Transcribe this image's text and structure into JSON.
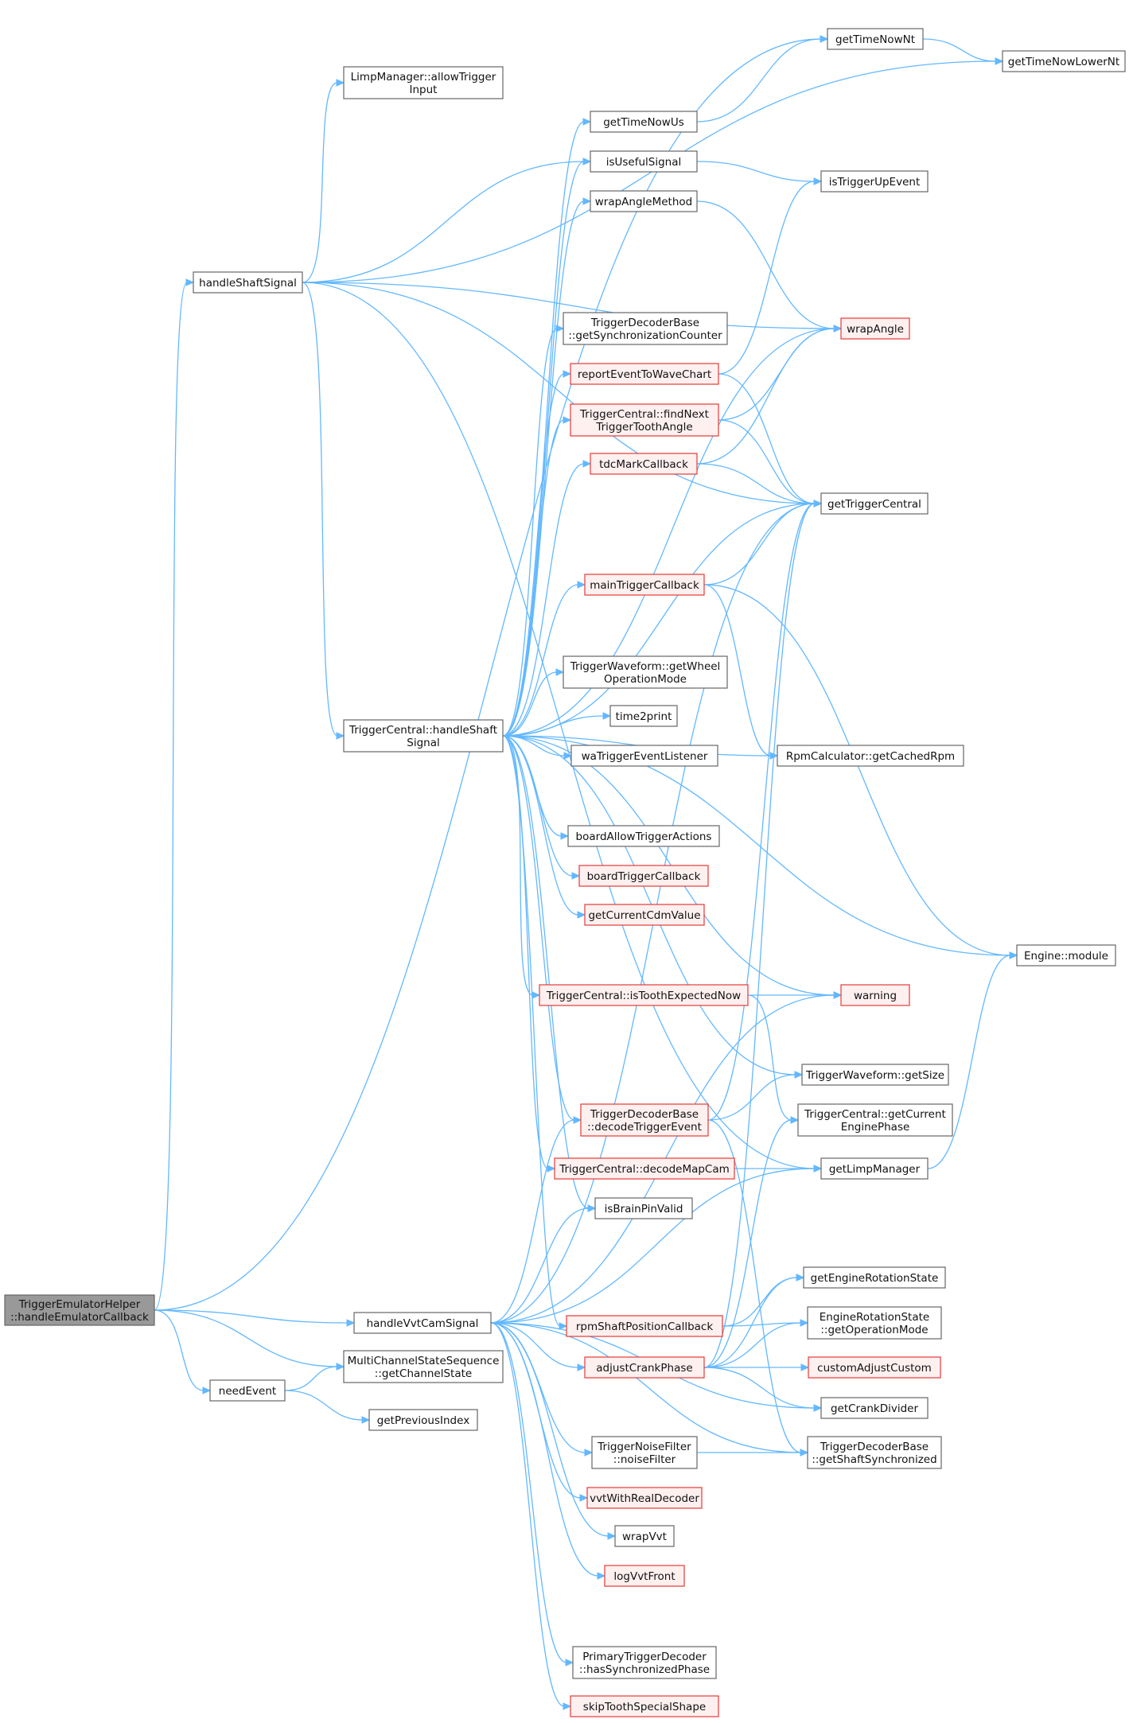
{
  "diagram": {
    "root": "TriggerEmulatorHelper\n::handleEmulatorCallback",
    "nodes": [
      {
        "id": "root",
        "label": "TriggerEmulatorHelper\n::handleEmulatorCallback",
        "style": "root"
      },
      {
        "id": "getTimeNowNt",
        "label": "getTimeNowNt",
        "style": "normal"
      },
      {
        "id": "getTimeNowLowerNt",
        "label": "getTimeNowLowerNt",
        "style": "normal"
      },
      {
        "id": "limpAllow",
        "label": "LimpManager::allowTrigger\nInput",
        "style": "normal"
      },
      {
        "id": "getTimeNowUs",
        "label": "getTimeNowUs",
        "style": "normal"
      },
      {
        "id": "isUsefulSignal",
        "label": "isUsefulSignal",
        "style": "normal"
      },
      {
        "id": "isTriggerUpEvent",
        "label": "isTriggerUpEvent",
        "style": "normal"
      },
      {
        "id": "wrapAngleMethod",
        "label": "wrapAngleMethod",
        "style": "normal"
      },
      {
        "id": "handleShaftSignal",
        "label": "handleShaftSignal",
        "style": "normal"
      },
      {
        "id": "getSyncCounter",
        "label": "TriggerDecoderBase\n::getSynchronizationCounter",
        "style": "normal"
      },
      {
        "id": "wrapAngle",
        "label": "wrapAngle",
        "style": "red"
      },
      {
        "id": "reportEvent",
        "label": "reportEventToWaveChart",
        "style": "red"
      },
      {
        "id": "findNext",
        "label": "TriggerCentral::findNext\nTriggerToothAngle",
        "style": "red"
      },
      {
        "id": "tdcMark",
        "label": "tdcMarkCallback",
        "style": "red"
      },
      {
        "id": "getTriggerCentral",
        "label": "getTriggerCentral",
        "style": "normal"
      },
      {
        "id": "mainTrigger",
        "label": "mainTriggerCallback",
        "style": "red"
      },
      {
        "id": "getWheelMode",
        "label": "TriggerWaveform::getWheel\nOperationMode",
        "style": "normal"
      },
      {
        "id": "tcHandleShaft",
        "label": "TriggerCentral::handleShaft\nSignal",
        "style": "normal"
      },
      {
        "id": "time2print",
        "label": "time2print",
        "style": "normal"
      },
      {
        "id": "waListener",
        "label": "waTriggerEventListener",
        "style": "normal"
      },
      {
        "id": "getCachedRpm",
        "label": "RpmCalculator::getCachedRpm",
        "style": "normal"
      },
      {
        "id": "boardAllow",
        "label": "boardAllowTriggerActions",
        "style": "normal"
      },
      {
        "id": "boardCallback",
        "label": "boardTriggerCallback",
        "style": "red"
      },
      {
        "id": "getCdm",
        "label": "getCurrentCdmValue",
        "style": "red"
      },
      {
        "id": "engineModule",
        "label": "Engine::module",
        "style": "normal"
      },
      {
        "id": "isToothExpected",
        "label": "TriggerCentral::isToothExpectedNow",
        "style": "red"
      },
      {
        "id": "warning",
        "label": "warning",
        "style": "red"
      },
      {
        "id": "getSize",
        "label": "TriggerWaveform::getSize",
        "style": "normal"
      },
      {
        "id": "decodeTrigger",
        "label": "TriggerDecoderBase\n::decodeTriggerEvent",
        "style": "red"
      },
      {
        "id": "getCurrentPhase",
        "label": "TriggerCentral::getCurrent\nEnginePhase",
        "style": "normal"
      },
      {
        "id": "decodeMapCam",
        "label": "TriggerCentral::decodeMapCam",
        "style": "red"
      },
      {
        "id": "getLimpManager",
        "label": "getLimpManager",
        "style": "normal"
      },
      {
        "id": "isBrainPinValid",
        "label": "isBrainPinValid",
        "style": "normal"
      },
      {
        "id": "getEngineRotState",
        "label": "getEngineRotationState",
        "style": "normal"
      },
      {
        "id": "handleVvtCam",
        "label": "handleVvtCamSignal",
        "style": "normal"
      },
      {
        "id": "rpmShaft",
        "label": "rpmShaftPositionCallback",
        "style": "red"
      },
      {
        "id": "getOpMode",
        "label": "EngineRotationState\n::getOperationMode",
        "style": "normal"
      },
      {
        "id": "multiChannel",
        "label": "MultiChannelStateSequence\n::getChannelState",
        "style": "normal"
      },
      {
        "id": "adjustCrank",
        "label": "adjustCrankPhase",
        "style": "red"
      },
      {
        "id": "customAdjust",
        "label": "customAdjustCustom",
        "style": "red"
      },
      {
        "id": "needEvent",
        "label": "needEvent",
        "style": "normal"
      },
      {
        "id": "getCrankDivider",
        "label": "getCrankDivider",
        "style": "normal"
      },
      {
        "id": "getPrevIndex",
        "label": "getPreviousIndex",
        "style": "normal"
      },
      {
        "id": "noiseFilter",
        "label": "TriggerNoiseFilter\n::noiseFilter",
        "style": "normal"
      },
      {
        "id": "getShaftSync",
        "label": "TriggerDecoderBase\n::getShaftSynchronized",
        "style": "normal"
      },
      {
        "id": "vvtWithReal",
        "label": "vvtWithRealDecoder",
        "style": "red"
      },
      {
        "id": "wrapVvt",
        "label": "wrapVvt",
        "style": "normal"
      },
      {
        "id": "logVvtFront",
        "label": "logVvtFront",
        "style": "red"
      },
      {
        "id": "hasSyncPhase",
        "label": "PrimaryTriggerDecoder\n::hasSynchronizedPhase",
        "style": "normal"
      },
      {
        "id": "skipTooth",
        "label": "skipToothSpecialShape",
        "style": "red"
      }
    ],
    "edges": [
      [
        "root",
        "getTimeNowNt"
      ],
      [
        "root",
        "handleShaftSignal"
      ],
      [
        "root",
        "handleVvtCam"
      ],
      [
        "root",
        "multiChannel"
      ],
      [
        "root",
        "needEvent"
      ],
      [
        "getTimeNowNt",
        "getTimeNowLowerNt"
      ],
      [
        "getTimeNowUs",
        "getTimeNowNt"
      ],
      [
        "isUsefulSignal",
        "isTriggerUpEvent"
      ],
      [
        "wrapAngleMethod",
        "wrapAngle"
      ],
      [
        "handleShaftSignal",
        "limpAllow"
      ],
      [
        "handleShaftSignal",
        "getTimeNowLowerNt"
      ],
      [
        "handleShaftSignal",
        "isUsefulSignal"
      ],
      [
        "handleShaftSignal",
        "wrapAngle"
      ],
      [
        "handleShaftSignal",
        "getTriggerCentral"
      ],
      [
        "handleShaftSignal",
        "tcHandleShaft"
      ],
      [
        "handleShaftSignal",
        "getLimpManager"
      ],
      [
        "reportEvent",
        "isTriggerUpEvent"
      ],
      [
        "reportEvent",
        "getTriggerCentral"
      ],
      [
        "findNext",
        "wrapAngle"
      ],
      [
        "findNext",
        "getTriggerCentral"
      ],
      [
        "tdcMark",
        "wrapAngle"
      ],
      [
        "tdcMark",
        "getTriggerCentral"
      ],
      [
        "mainTrigger",
        "getTriggerCentral"
      ],
      [
        "mainTrigger",
        "getCachedRpm"
      ],
      [
        "mainTrigger",
        "engineModule"
      ],
      [
        "tcHandleShaft",
        "getTimeNowUs"
      ],
      [
        "tcHandleShaft",
        "isUsefulSignal"
      ],
      [
        "tcHandleShaft",
        "wrapAngleMethod"
      ],
      [
        "tcHandleShaft",
        "getSyncCounter"
      ],
      [
        "tcHandleShaft",
        "wrapAngle"
      ],
      [
        "tcHandleShaft",
        "reportEvent"
      ],
      [
        "tcHandleShaft",
        "findNext"
      ],
      [
        "tcHandleShaft",
        "tdcMark"
      ],
      [
        "tcHandleShaft",
        "getTriggerCentral"
      ],
      [
        "tcHandleShaft",
        "mainTrigger"
      ],
      [
        "tcHandleShaft",
        "warning"
      ],
      [
        "tcHandleShaft",
        "getWheelMode"
      ],
      [
        "tcHandleShaft",
        "time2print"
      ],
      [
        "tcHandleShaft",
        "waListener"
      ],
      [
        "tcHandleShaft",
        "getCachedRpm"
      ],
      [
        "tcHandleShaft",
        "boardAllow"
      ],
      [
        "tcHandleShaft",
        "boardCallback"
      ],
      [
        "tcHandleShaft",
        "getCdm"
      ],
      [
        "tcHandleShaft",
        "engineModule"
      ],
      [
        "tcHandleShaft",
        "isToothExpected"
      ],
      [
        "tcHandleShaft",
        "getSize"
      ],
      [
        "tcHandleShaft",
        "decodeTrigger"
      ],
      [
        "tcHandleShaft",
        "decodeMapCam"
      ],
      [
        "tcHandleShaft",
        "isBrainPinValid"
      ],
      [
        "tcHandleShaft",
        "rpmShaft"
      ],
      [
        "isToothExpected",
        "warning"
      ],
      [
        "isToothExpected",
        "getCurrentPhase"
      ],
      [
        "decodeTrigger",
        "getSize"
      ],
      [
        "decodeTrigger",
        "getTriggerCentral"
      ],
      [
        "decodeTrigger",
        "getShaftSync"
      ],
      [
        "decodeMapCam",
        "getLimpManager"
      ],
      [
        "getLimpManager",
        "engineModule"
      ],
      [
        "rpmShaft",
        "getEngineRotState"
      ],
      [
        "rpmShaft",
        "getOpMode"
      ],
      [
        "adjustCrank",
        "getEngineRotState"
      ],
      [
        "adjustCrank",
        "getOpMode"
      ],
      [
        "adjustCrank",
        "customAdjust"
      ],
      [
        "adjustCrank",
        "getCrankDivider"
      ],
      [
        "adjustCrank",
        "getTriggerCentral"
      ],
      [
        "adjustCrank",
        "getCurrentPhase"
      ],
      [
        "needEvent",
        "multiChannel"
      ],
      [
        "needEvent",
        "getPrevIndex"
      ],
      [
        "noiseFilter",
        "getShaftSync"
      ],
      [
        "handleVvtCam",
        "getTriggerCentral"
      ],
      [
        "handleVvtCam",
        "warning"
      ],
      [
        "handleVvtCam",
        "decodeTrigger"
      ],
      [
        "handleVvtCam",
        "isBrainPinValid"
      ],
      [
        "handleVvtCam",
        "getLimpManager"
      ],
      [
        "handleVvtCam",
        "adjustCrank"
      ],
      [
        "handleVvtCam",
        "getCrankDivider"
      ],
      [
        "handleVvtCam",
        "noiseFilter"
      ],
      [
        "handleVvtCam",
        "vvtWithReal"
      ],
      [
        "handleVvtCam",
        "wrapVvt"
      ],
      [
        "handleVvtCam",
        "logVvtFront"
      ],
      [
        "handleVvtCam",
        "getShaftSync"
      ],
      [
        "handleVvtCam",
        "hasSyncPhase"
      ],
      [
        "handleVvtCam",
        "skipTooth"
      ]
    ]
  }
}
